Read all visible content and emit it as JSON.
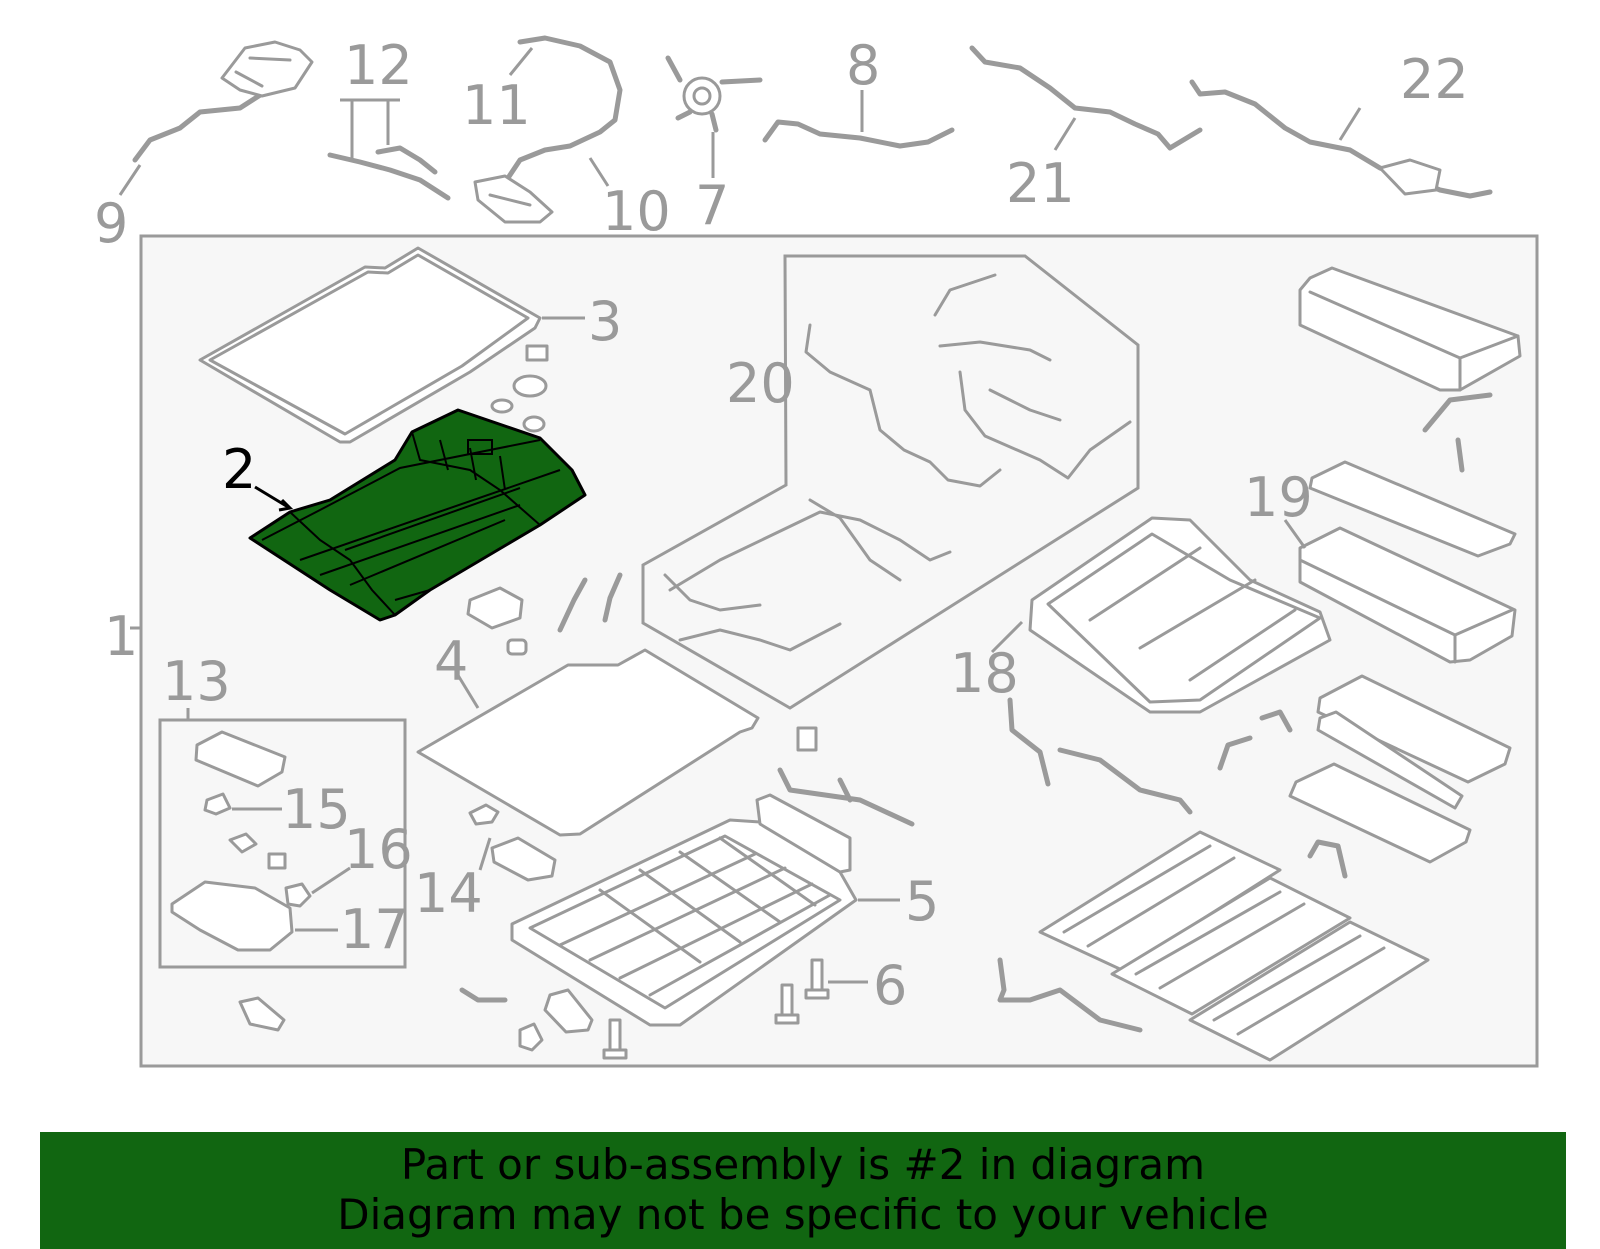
{
  "diagram": {
    "callouts": {
      "c1": "1",
      "c2": "2",
      "c3": "3",
      "c4": "4",
      "c5": "5",
      "c6": "6",
      "c7": "7",
      "c8": "8",
      "c9": "9",
      "c10": "10",
      "c11": "11",
      "c12": "12",
      "c13": "13",
      "c14": "14",
      "c15": "15",
      "c16": "16",
      "c17": "17",
      "c18": "18",
      "c19": "19",
      "c20": "20",
      "c21": "21",
      "c22": "22"
    },
    "highlighted_part": "2",
    "colors": {
      "line": "#9a9a9a",
      "highlight_fill": "#116611",
      "panel_background": "#f7f7f7",
      "banner_background": "#116611"
    }
  },
  "banner": {
    "line1": "Part or sub-assembly is #2 in diagram",
    "line2": "Diagram may not be specific to your vehicle"
  }
}
